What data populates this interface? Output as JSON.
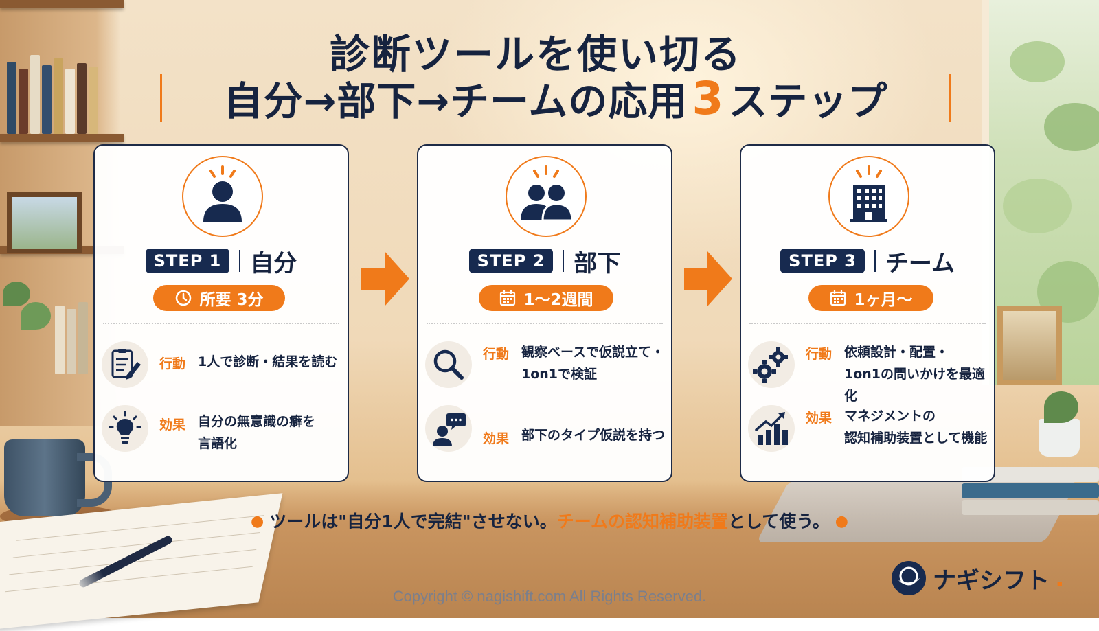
{
  "title": {
    "line1": "診断ツールを使い切る",
    "line2_before": "自分→部下→チームの応用",
    "line2_number": "3",
    "line2_after": "ステップ"
  },
  "steps": [
    {
      "badge": "STEP 1",
      "name": "自分",
      "pill": "所要 3分",
      "pill_icon": "clock-icon",
      "main_icon": "person-icon",
      "rows": [
        {
          "label": "行動",
          "text": "1人で診断・結果を読む",
          "icon": "checklist-pencil-icon"
        },
        {
          "label": "効果",
          "text": "自分の無意識の癖を\n言語化",
          "icon": "lightbulb-icon"
        }
      ]
    },
    {
      "badge": "STEP 2",
      "name": "部下",
      "pill": "1〜2週間",
      "pill_icon": "calendar-icon",
      "main_icon": "two-people-icon",
      "rows": [
        {
          "label": "行動",
          "text": "観察ベースで仮説立て・\n1on1で検証",
          "icon": "magnifier-icon"
        },
        {
          "label": "効果",
          "text": "部下のタイプ仮説を持つ",
          "icon": "person-speech-icon"
        }
      ]
    },
    {
      "badge": "STEP 3",
      "name": "チーム",
      "pill": "1ヶ月〜",
      "pill_icon": "calendar-icon",
      "main_icon": "building-icon",
      "rows": [
        {
          "label": "行動",
          "text": "依頼設計・配置・\n1on1の問いかけを最適化",
          "icon": "gears-icon"
        },
        {
          "label": "効果",
          "text": "マネジメントの\n認知補助装置として機能",
          "icon": "growth-chart-icon"
        }
      ]
    }
  ],
  "note": {
    "before": "ツールは\"自分1人で完結\"させない。",
    "highlight": "チームの認知補助装置",
    "after": "として使う。"
  },
  "logo": {
    "text": "ナギシフト",
    "dot": "."
  },
  "copyright": "Copyright © nagishift.com All Rights Reserved.",
  "colors": {
    "accent": "#f07a1a",
    "navy": "#172a4f"
  }
}
